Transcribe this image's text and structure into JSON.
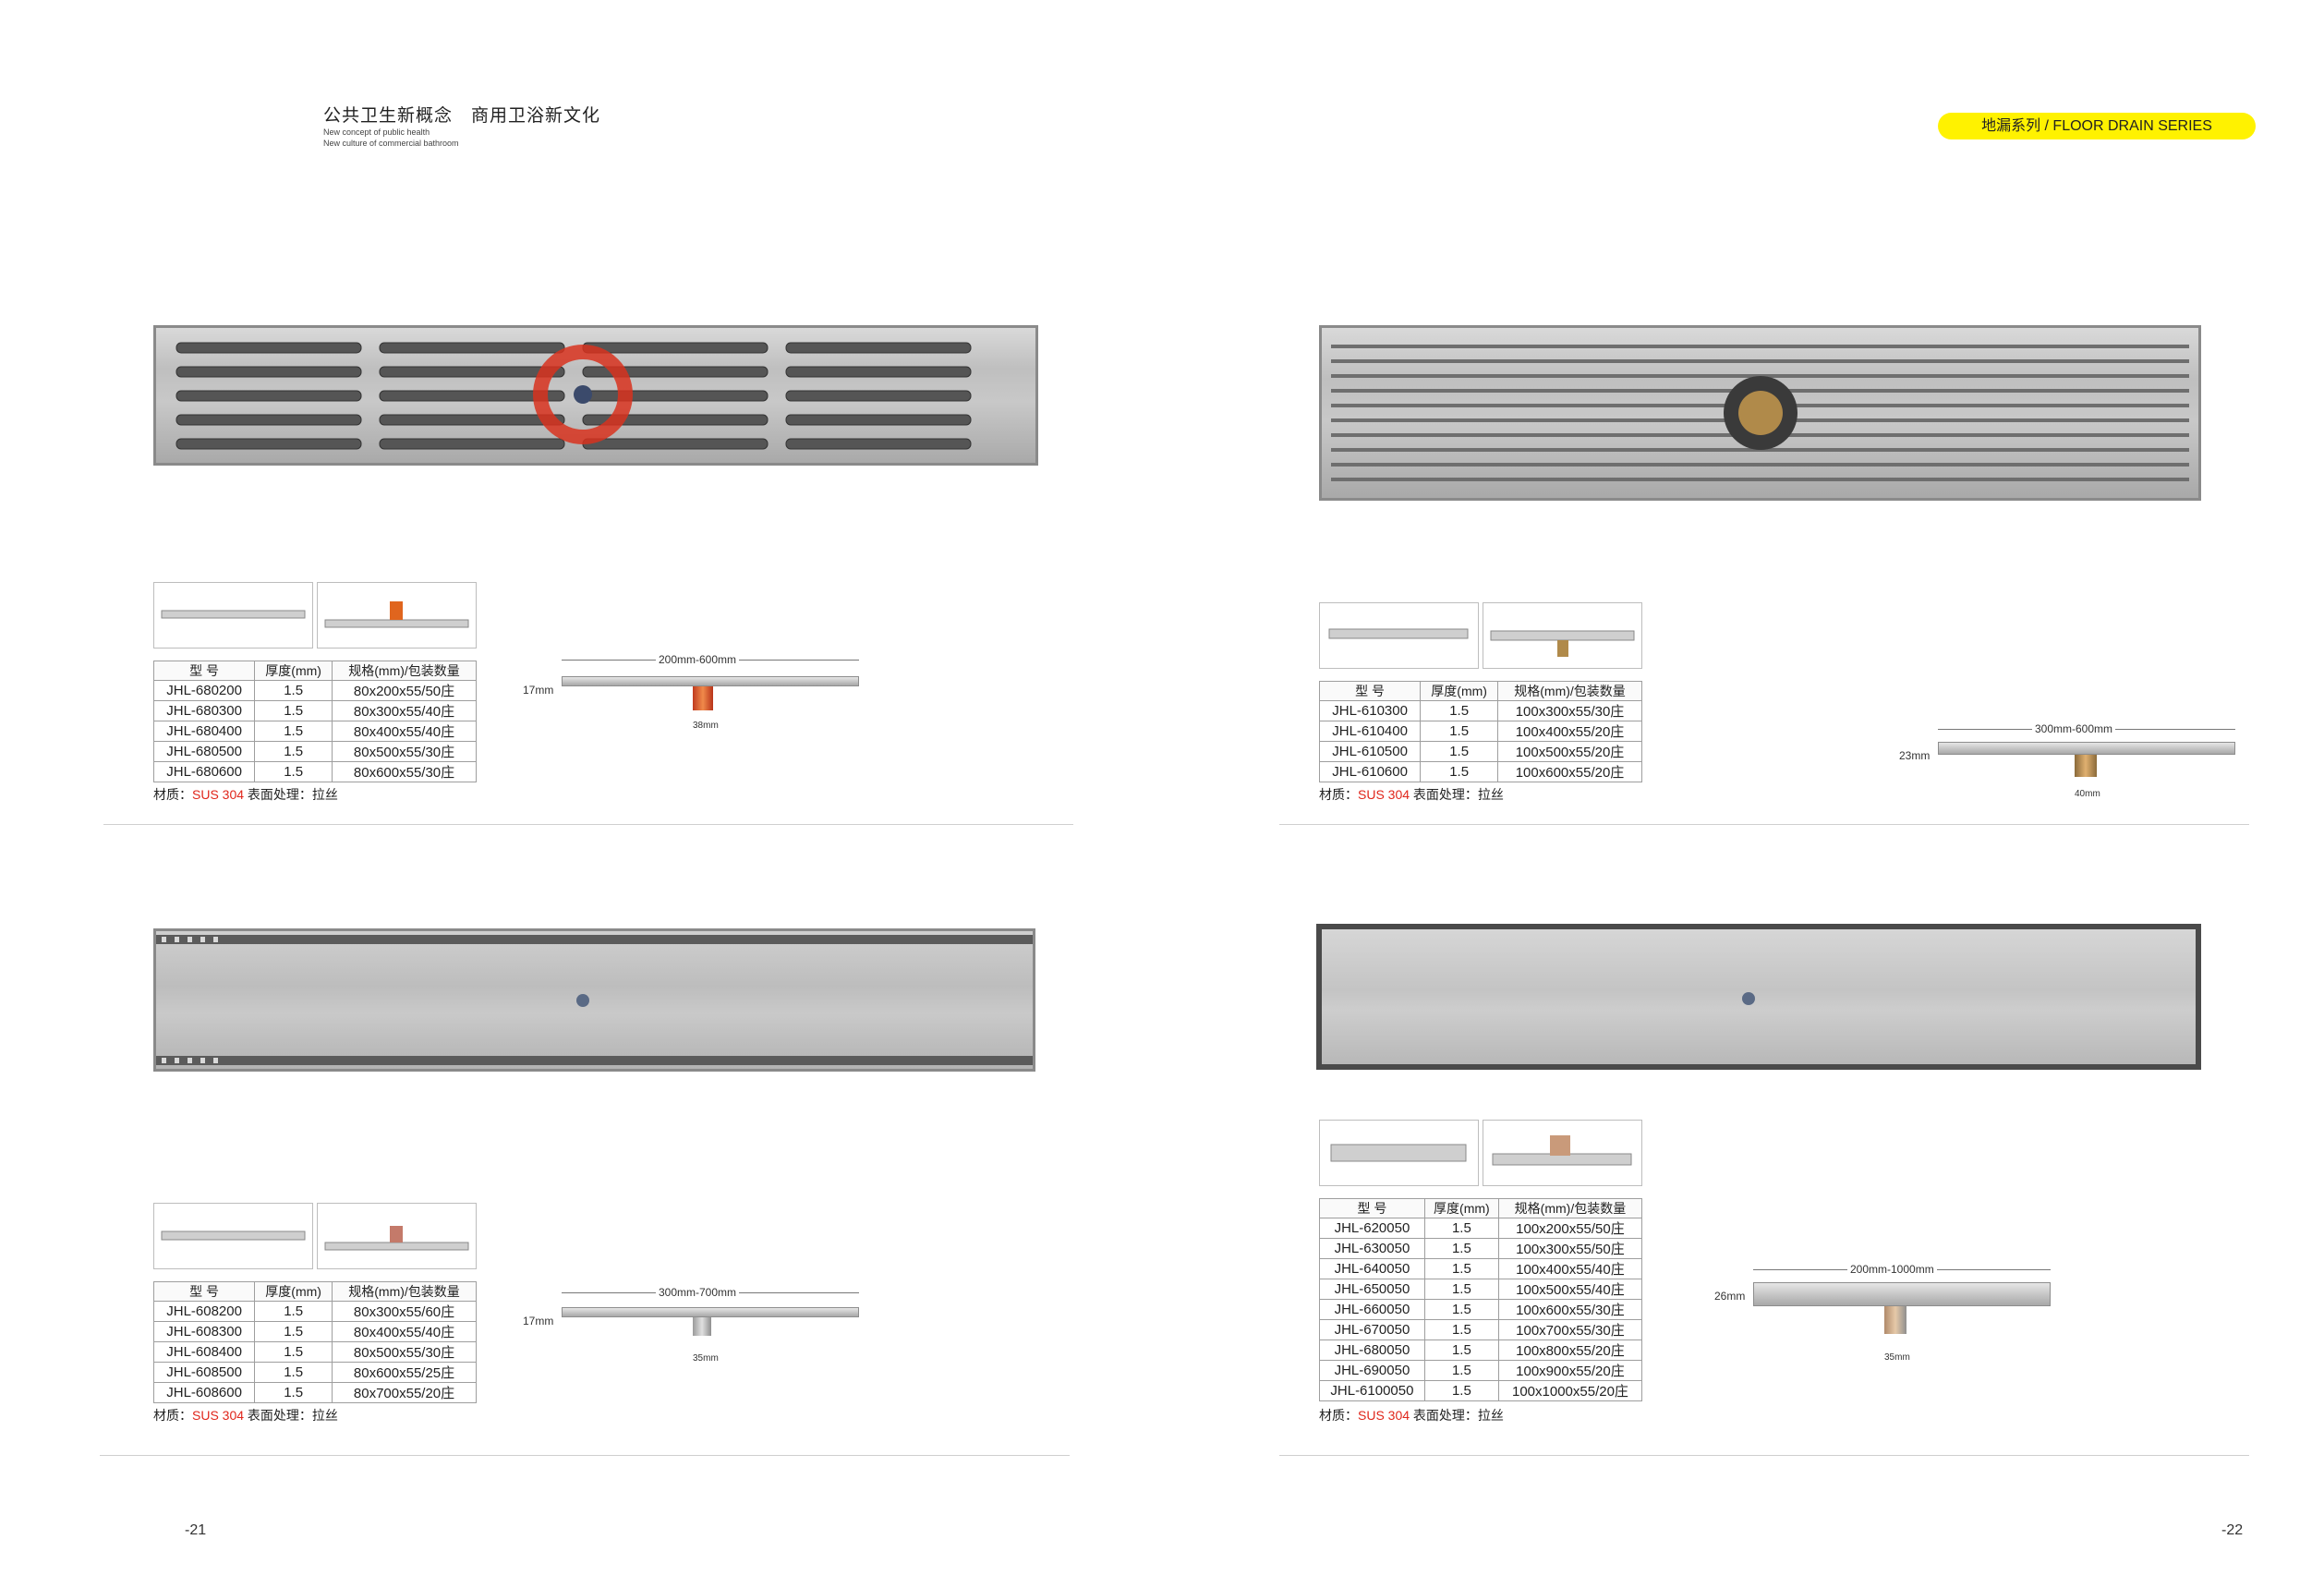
{
  "header": {
    "slogan_cn": "公共卫生新概念　商用卫浴新文化",
    "slogan_en_1": "New concept of public health",
    "slogan_en_2": "New culture of commercial bathroom",
    "series_label": "地漏系列 / FLOOR DRAIN SERIES",
    "accent": "#fff200"
  },
  "table_headers": [
    "型 号",
    "厚度(mm)",
    "规格(mm)/包装数量"
  ],
  "material": {
    "prefix": "材质：",
    "grade": "SUS 304",
    "suffix": "  表面处理：拉丝",
    "grade_color": "#e0261b"
  },
  "products": [
    {
      "rows": [
        [
          "JHL-680200",
          "1.5",
          "80x200x55/50庄"
        ],
        [
          "JHL-680300",
          "1.5",
          "80x300x55/40庄"
        ],
        [
          "JHL-680400",
          "1.5",
          "80x400x55/40庄"
        ],
        [
          "JHL-680500",
          "1.5",
          "80x500x55/30庄"
        ],
        [
          "JHL-680600",
          "1.5",
          "80x600x55/30庄"
        ]
      ],
      "dim": {
        "length": "200mm-600mm",
        "height": "17mm",
        "pipe": "38mm"
      }
    },
    {
      "rows": [
        [
          "JHL-610300",
          "1.5",
          "100x300x55/30庄"
        ],
        [
          "JHL-610400",
          "1.5",
          "100x400x55/20庄"
        ],
        [
          "JHL-610500",
          "1.5",
          "100x500x55/20庄"
        ],
        [
          "JHL-610600",
          "1.5",
          "100x600x55/20庄"
        ]
      ],
      "dim": {
        "length": "300mm-600mm",
        "height": "23mm",
        "pipe": "40mm"
      }
    },
    {
      "rows": [
        [
          "JHL-608200",
          "1.5",
          "80x300x55/60庄"
        ],
        [
          "JHL-608300",
          "1.5",
          "80x400x55/40庄"
        ],
        [
          "JHL-608400",
          "1.5",
          "80x500x55/30庄"
        ],
        [
          "JHL-608500",
          "1.5",
          "80x600x55/25庄"
        ],
        [
          "JHL-608600",
          "1.5",
          "80x700x55/20庄"
        ]
      ],
      "dim": {
        "length": "300mm-700mm",
        "height": "17mm",
        "pipe": "35mm"
      }
    },
    {
      "rows": [
        [
          "JHL-620050",
          "1.5",
          "100x200x55/50庄"
        ],
        [
          "JHL-630050",
          "1.5",
          "100x300x55/50庄"
        ],
        [
          "JHL-640050",
          "1.5",
          "100x400x55/40庄"
        ],
        [
          "JHL-650050",
          "1.5",
          "100x500x55/40庄"
        ],
        [
          "JHL-660050",
          "1.5",
          "100x600x55/30庄"
        ],
        [
          "JHL-670050",
          "1.5",
          "100x700x55/30庄"
        ],
        [
          "JHL-680050",
          "1.5",
          "100x800x55/20庄"
        ],
        [
          "JHL-690050",
          "1.5",
          "100x900x55/20庄"
        ],
        [
          "JHL-6100050",
          "1.5",
          "100x1000x55/20庄"
        ]
      ],
      "dim": {
        "length": "200mm-1000mm",
        "height": "26mm",
        "pipe": "35mm"
      }
    }
  ],
  "pages": {
    "left": "-21",
    "right": "-22"
  }
}
